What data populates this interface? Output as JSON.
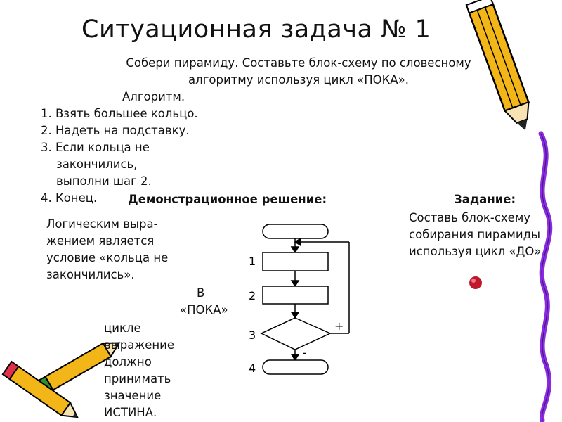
{
  "title": "Ситуационная задача № 1",
  "task": "Собери пирамиду. Составьте блок-схему по словесному алгоритму используя цикл «ПОКА».",
  "algorithm_heading": "Алгоритм.",
  "steps": [
    "1. Взять большее кольцо.",
    "2. Надеть на подставку.",
    "3. Если кольца не",
    "закончились,",
    "выполни шаг 2.",
    "4. Конец."
  ],
  "demo_heading": "Демонстрационное решение:",
  "assignment_heading": "Задание:",
  "assignment_lines": [
    "Составь блок-схему",
    "собирания пирамиды",
    "используя цикл «ДО»"
  ],
  "logic_note": "Логическим выра-жением является условие «кольца не закончились».",
  "loop_note_a": "В",
  "loop_note_b": "«ПОКА»",
  "loop_note_c": "цикле выражение должно принимать значение ИСТИНА.",
  "flowchart": {
    "block_labels": [
      "1",
      "2",
      "3",
      "4"
    ],
    "plus_label": "+",
    "minus_label": "-"
  },
  "colors": {
    "pencil_body": "#f2b619",
    "pencil_outline": "#000000",
    "ribbon": "#8a2be2",
    "dot": "#c0172c",
    "eraser": "#e0314a",
    "band_green": "#2f8f2f"
  },
  "decorations": [
    "pencil-icon-large",
    "pencils-icon-pair",
    "purple-ribbon",
    "red-dot"
  ]
}
